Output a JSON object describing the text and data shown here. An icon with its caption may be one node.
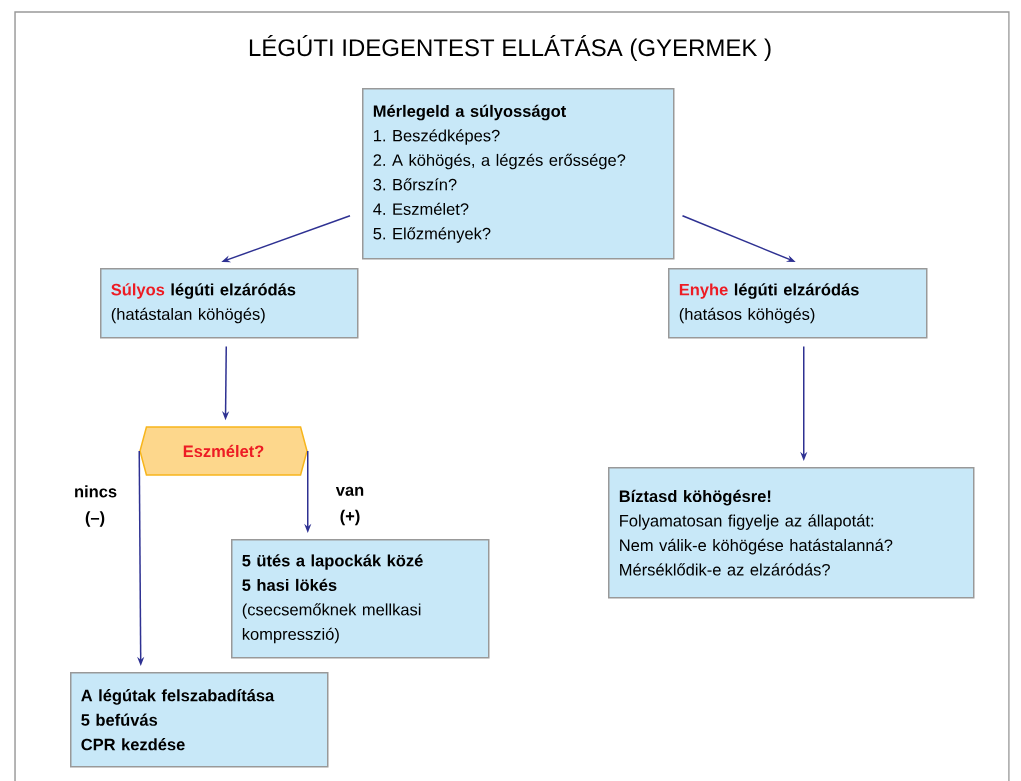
{
  "diagram": {
    "title": "LÉGÚTI IDEGENTEST ELLÁTÁSA (GYERMEK )",
    "nodes": [
      {
        "text": [
          "Mérlegeld a súlyosságot",
          "1. Beszédképes?",
          "2. A köhögés, a légzés erőssége?",
          "3. Bőrszín?",
          "4. Eszmélet?",
          "5. Előzmények?"
        ]
      },
      {
        "text": [
          "Súlyos",
          "légúti elzáródás",
          "(hatástalan köhögés)"
        ]
      },
      {
        "text": [
          "Enyhe",
          "légúti elzáródás",
          "(hatásos köhögés)"
        ]
      },
      {
        "text": [
          "Eszmélet?"
        ]
      },
      {
        "text": [
          "5 ütés a lapockák közé",
          "5 hasi lökés",
          "(csecsemőknek mellkasi kompresszió)"
        ]
      },
      {
        "text": [
          "A légútak felszabadítása",
          "5 befúvás",
          "CPR kezdése"
        ]
      },
      {
        "text": [
          "Bíztasd köhögésre!",
          "Folyamatosan figyelje az állapotát:",
          "Nem válik-e köhögése hatástalanná?",
          "Mérséklődik-e az elzáródás?"
        ]
      }
    ],
    "edges": [
      {
        "from": 0,
        "to": 1,
        "arrow": "to"
      },
      {
        "from": 0,
        "to": 2,
        "arrow": "to"
      },
      {
        "from": 1,
        "to": 3,
        "arrow": "to"
      },
      {
        "from": 3,
        "to": 5,
        "arrow": "to",
        "label": "nincs (–)"
      },
      {
        "from": 3,
        "to": 4,
        "arrow": "to",
        "label": "van (+)"
      },
      {
        "from": 2,
        "to": 6,
        "arrow": "to"
      }
    ]
  }
}
